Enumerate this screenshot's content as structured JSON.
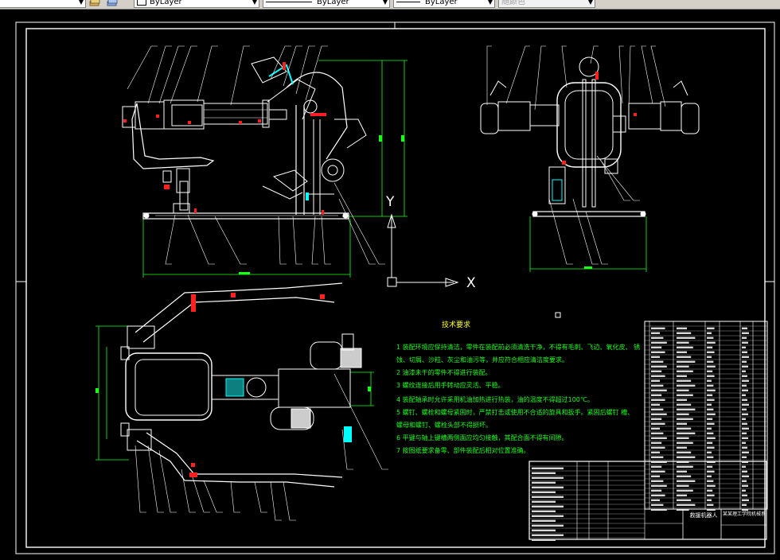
{
  "toolbar": {
    "color_combo": "ByLayer",
    "linetype_combo": "ByLayer",
    "lineweight_combo": "ByLayer",
    "plotstyle_combo": "随颜色"
  },
  "axes": {
    "x_label": "X",
    "y_label": "Y"
  },
  "technical_requirements": {
    "title": "技术要求",
    "lines": [
      "1 装配环境应保持清洁，零件在装配前必须清洗干净，不得有毛刺、飞边、氧化皮、  锈",
      "蚀、切屑、沙粒、灰尘和油污等，并应符合相应清洁度要求。",
      "2 油漆未干的零件不得进行装配。",
      "3 螺纹连接后用手转动应灵活、平稳。",
      "4 装配轴承时允许采用机油加热进行热装，油的温度不得超过100℃。",
      "5 螺钉、螺栓和螺母紧固时，严禁打击或使用不合适的旋具和扳手。紧固后螺钉    槽、",
      "螺母和螺钉、螺栓头部不得损坏。",
      "6 平键与轴上键槽两侧面应均匀接触，其配合面不得有间隙。",
      "7 按图纸要求备零、部件装配后相对位置准确。"
    ]
  },
  "title_block": {
    "drawing_name": "救援机器人",
    "school": "某某理工学院机械系"
  },
  "colors": {
    "background": "#000000",
    "green": "#19ff19",
    "yellow": "#ffff33",
    "cyan": "#00ffff",
    "red": "#ff2020",
    "white": "#ffffff"
  }
}
